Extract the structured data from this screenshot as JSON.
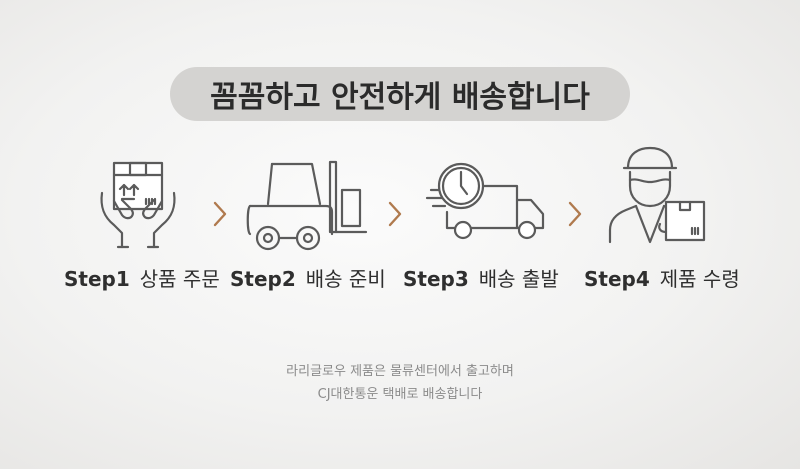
{
  "headline": "꼼꼼하고 안전하게 배송합니다",
  "accent_color": "#b07a4e",
  "icon_color": "#5b5b5b",
  "steps": [
    {
      "num": "Step1",
      "label": "상품 주문",
      "icon": "box-in-hands-icon"
    },
    {
      "num": "Step2",
      "label": "배송 준비",
      "icon": "forklift-icon"
    },
    {
      "num": "Step3",
      "label": "배송 출발",
      "icon": "delivery-truck-clock-icon"
    },
    {
      "num": "Step4",
      "label": "제품 수령",
      "icon": "courier-with-box-icon"
    }
  ],
  "footer": {
    "line1": "라리글로우 제품은 물류센터에서 출고하며",
    "line2": "CJ대한통운 택배로 배송합니다"
  }
}
